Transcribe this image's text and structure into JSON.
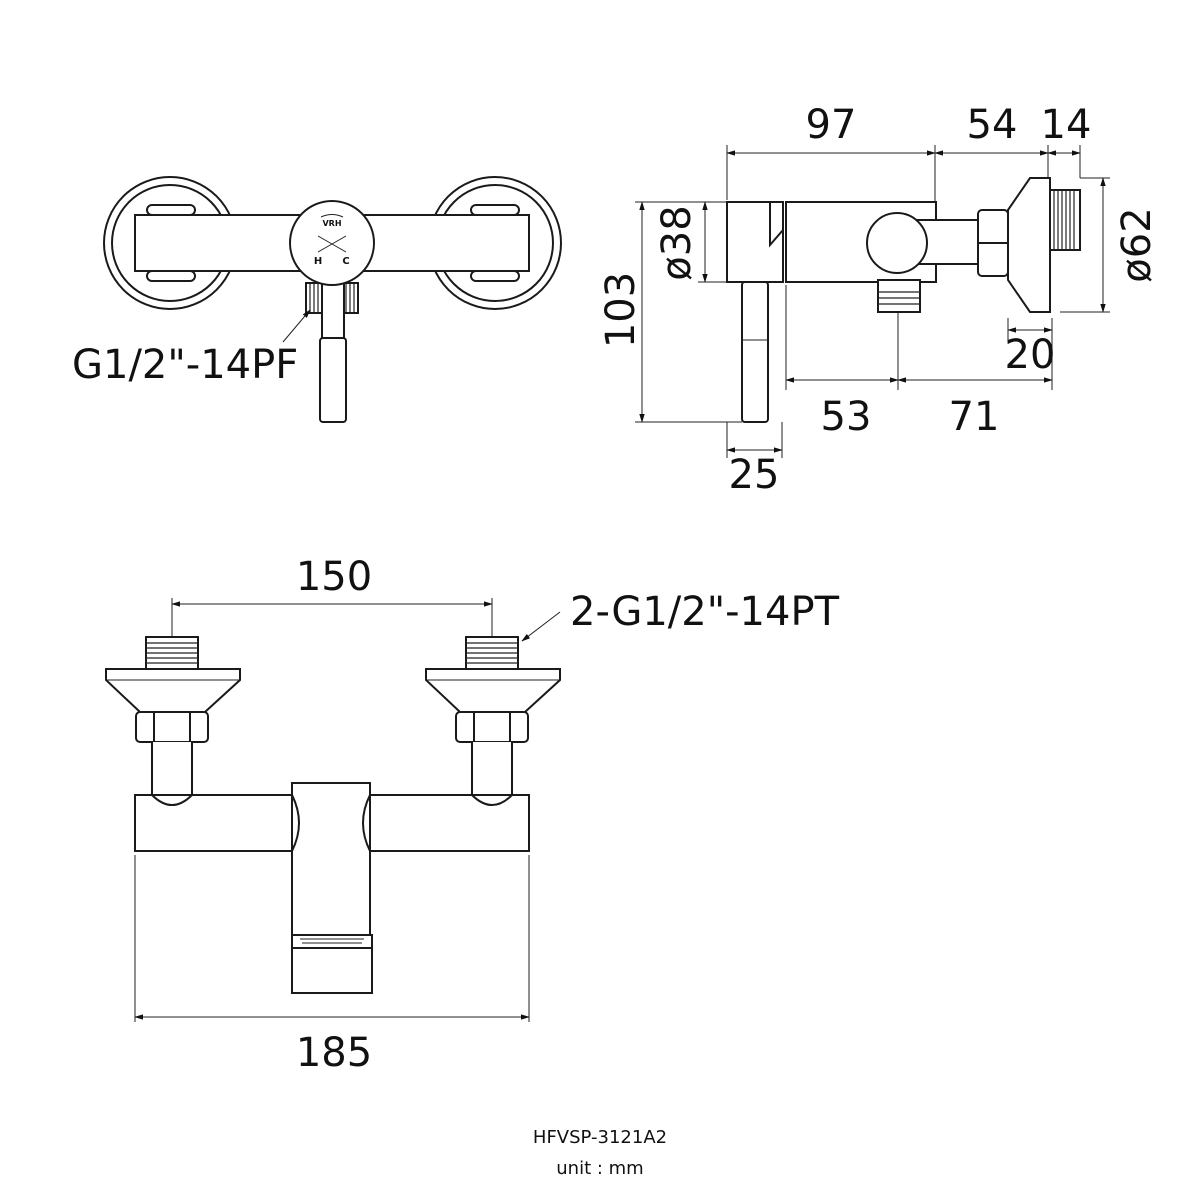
{
  "top_view": {
    "thread_label": "G1/2\"-14PF",
    "logo_text": "VRH",
    "hot_label": "H",
    "cold_label": "C"
  },
  "side_view": {
    "dim_97": "97",
    "dim_54": "54",
    "dim_14": "14",
    "dim_d38": "ø38",
    "dim_d62": "ø62",
    "dim_103": "103",
    "dim_20": "20",
    "dim_53": "53",
    "dim_71": "71",
    "dim_25": "25"
  },
  "front_view": {
    "dim_150": "150",
    "thread_label": "2-G1/2\"-14PT",
    "dim_185": "185"
  },
  "footer": {
    "model": "HFVSP-3121A2",
    "unit": "unit : mm"
  }
}
